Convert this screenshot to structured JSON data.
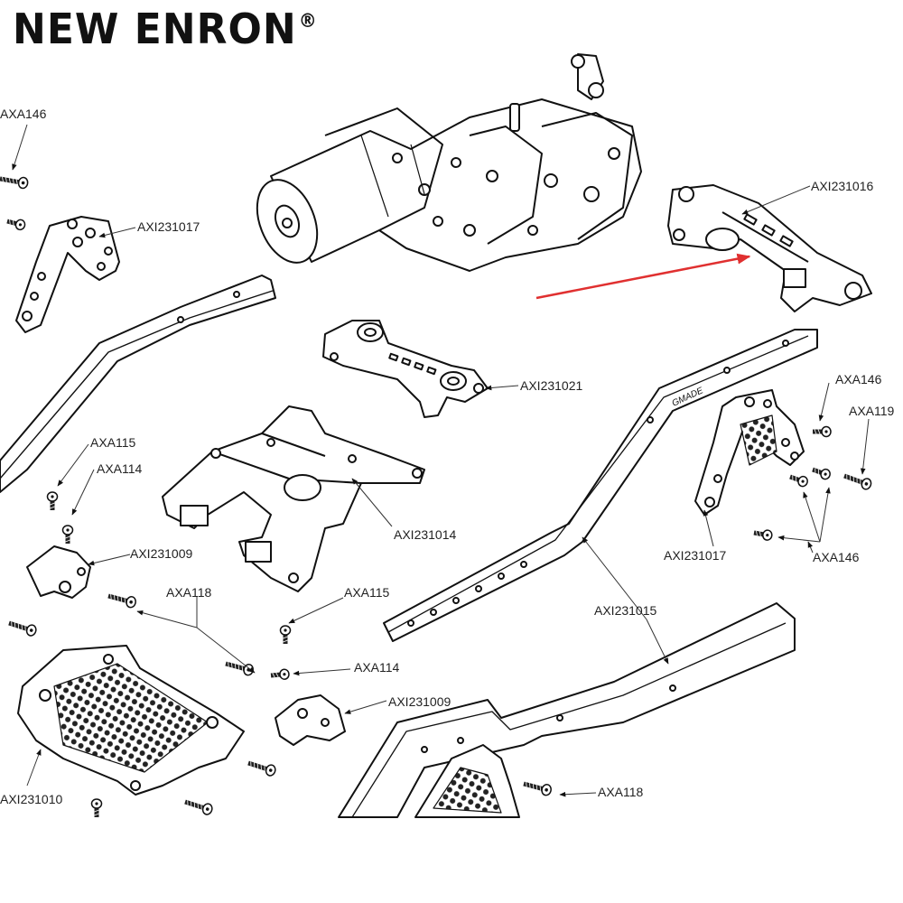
{
  "header": {
    "brand": "NEW ENRON",
    "trademark": "®"
  },
  "colors": {
    "line": "#111111",
    "leader": "#333333",
    "arrow": "#e03030",
    "background": "#ffffff"
  },
  "callouts": [
    {
      "id": "axa146-top-left",
      "text": "AXA146"
    },
    {
      "id": "axi231017-left",
      "text": "AXI231017"
    },
    {
      "id": "axi231016",
      "text": "AXI231016"
    },
    {
      "id": "axi231021",
      "text": "AXI231021"
    },
    {
      "id": "axa115-upper",
      "text": "AXA115"
    },
    {
      "id": "axa114-upper",
      "text": "AXA114"
    },
    {
      "id": "axi231009-upper",
      "text": "AXI231009"
    },
    {
      "id": "axi231014",
      "text": "AXI231014"
    },
    {
      "id": "axa146-right-top",
      "text": "AXA146"
    },
    {
      "id": "axa119",
      "text": "AXA119"
    },
    {
      "id": "axi231017-right",
      "text": "AXI231017"
    },
    {
      "id": "axa146-right-bottom",
      "text": "AXA146"
    },
    {
      "id": "axa118-left",
      "text": "AXA118"
    },
    {
      "id": "axa115-lower",
      "text": "AXA115"
    },
    {
      "id": "axi231015",
      "text": "AXI231015"
    },
    {
      "id": "axa114-lower",
      "text": "AXA114"
    },
    {
      "id": "axi231009-lower",
      "text": "AXI231009"
    },
    {
      "id": "axi231010",
      "text": "AXI231010"
    },
    {
      "id": "axa118-right",
      "text": "AXA118"
    }
  ]
}
